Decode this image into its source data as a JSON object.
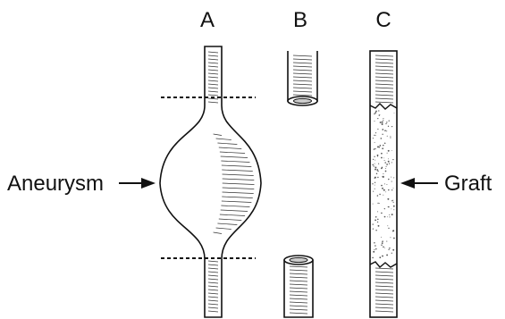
{
  "panels": [
    {
      "letter": "A"
    },
    {
      "letter": "B"
    },
    {
      "letter": "C"
    }
  ],
  "callouts": {
    "left": "Aneurysm",
    "right": "Graft"
  },
  "colors": {
    "ink": "#111111",
    "background": "#ffffff"
  }
}
